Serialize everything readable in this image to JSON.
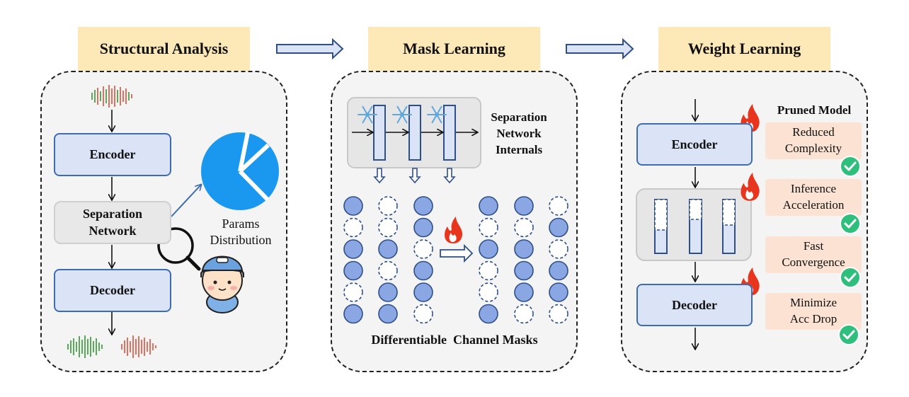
{
  "stages": [
    {
      "title": "Structural Analysis"
    },
    {
      "title": "Mask Learning"
    },
    {
      "title": "Weight Learning"
    }
  ],
  "structural": {
    "encoder": "Encoder",
    "separation_line1": "Separation",
    "separation_line2": "Network",
    "decoder": "Decoder",
    "params_line1": "Params",
    "params_line2": "Distribution"
  },
  "mask": {
    "internals_line1": "Separation",
    "internals_line2": "Network",
    "internals_line3": "Internals",
    "caption": "Differentiable  Channel Masks",
    "masks_before": [
      [
        1,
        0,
        1,
        1,
        0,
        1
      ],
      [
        0,
        0,
        1,
        0,
        1,
        1
      ],
      [
        1,
        1,
        0,
        1,
        1,
        0
      ]
    ],
    "masks_after": [
      [
        1,
        0,
        1,
        0,
        0,
        1
      ],
      [
        1,
        0,
        1,
        1,
        1,
        0
      ],
      [
        0,
        1,
        0,
        1,
        1,
        0
      ]
    ]
  },
  "weight": {
    "encoder": "Encoder",
    "decoder": "Decoder",
    "pruned_title": "Pruned Model",
    "benefits": [
      {
        "line1": "Reduced",
        "line2": "Complexity"
      },
      {
        "line1": "Inference",
        "line2": "Acceleration"
      },
      {
        "line1": "Fast",
        "line2": "Convergence"
      },
      {
        "line1": "Minimize",
        "line2": "Acc Drop"
      }
    ]
  },
  "icons": [
    "waveform-icon",
    "pie-chart-icon",
    "magnifier-icon",
    "mascot-icon",
    "snowflake-icon",
    "fire-icon",
    "check-icon",
    "arrow-icon"
  ],
  "colors": {
    "title_bg": "#fde9b8",
    "box_fill": "#dbe3f6",
    "box_border": "#3e6cb2",
    "pie_blue": "#1a98f0",
    "mask_active": "#8aa7e4",
    "benefit_bg": "#fbe2d2",
    "check_green": "#2fbf7d",
    "fire_red": "#e8351e"
  }
}
